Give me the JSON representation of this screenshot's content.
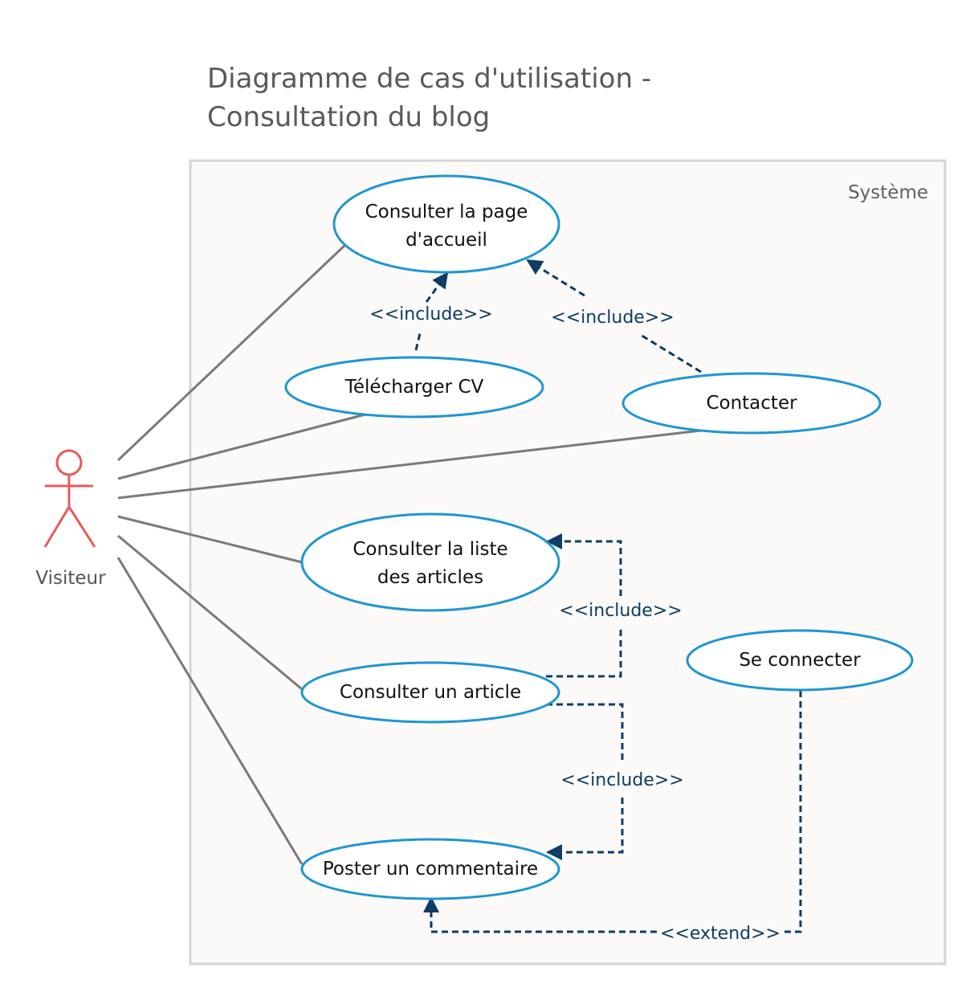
{
  "title": {
    "line1": "Diagramme de cas d'utilisation -",
    "line2": "Consultation du blog"
  },
  "system": {
    "label": "Système"
  },
  "actor": {
    "label": "Visiteur"
  },
  "use_cases": {
    "home": {
      "line1": "Consulter la page",
      "line2": "d'accueil"
    },
    "cv": {
      "line1": "Télécharger CV"
    },
    "contact": {
      "line1": "Contacter"
    },
    "list": {
      "line1": "Consulter la liste",
      "line2": "des articles"
    },
    "article": {
      "line1": "Consulter un article"
    },
    "comment": {
      "line1": "Poster un commentaire"
    },
    "login": {
      "line1": "Se connecter"
    }
  },
  "relations": {
    "include_cv": "<<include>>",
    "include_contact": "<<include>>",
    "include_list": "<<include>>",
    "include_comment": "<<include>>",
    "extend_login": "<<extend>>"
  },
  "colors": {
    "actor": "#e85a5a",
    "ellipse_stroke": "#1e96d2",
    "dependency": "#0f3d63",
    "association": "#7a7a7a",
    "system_border": "#d4d4d4",
    "system_fill": "#fbfaf9"
  }
}
